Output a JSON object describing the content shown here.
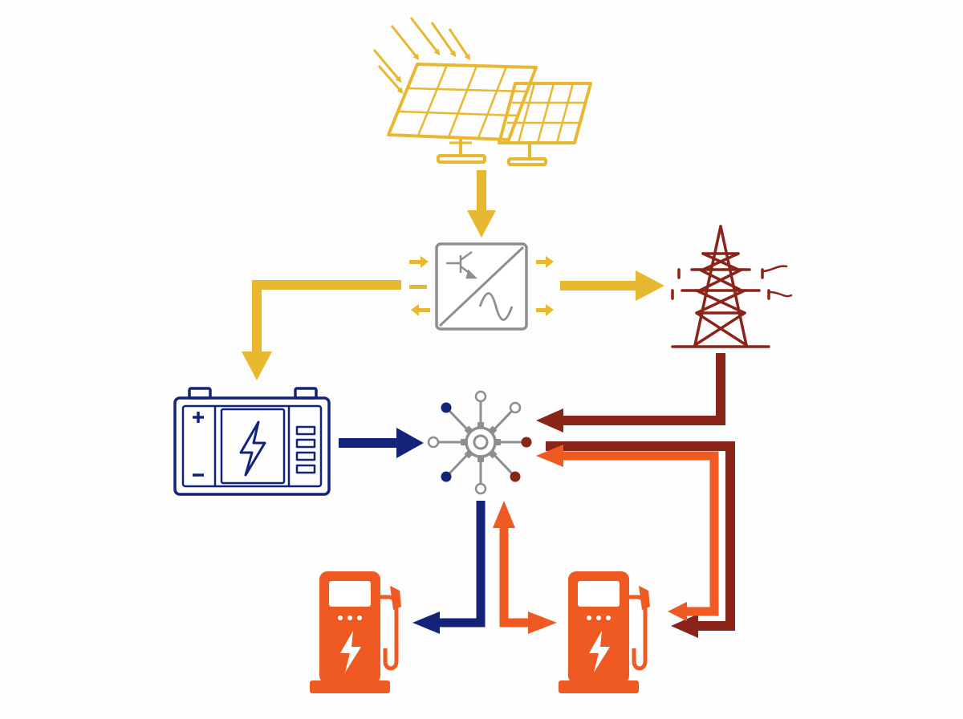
{
  "colors": {
    "solar": "#E8B830",
    "converter": "#8E8E8E",
    "tower": "#8B2418",
    "battery": "#14237A",
    "hub_gray": "#8E8E8E",
    "charger": "#EE5A22",
    "flow_solar": "#E8B830",
    "flow_battery": "#14237A",
    "flow_grid": "#8B2418",
    "flow_charger": "#EE5A22"
  },
  "icons": {
    "solar": "solar-panels-icon",
    "sun_rays": "sun-rays-icon",
    "converter": "power-converter-icon",
    "tower": "transmission-tower-icon",
    "battery": "battery-storage-icon",
    "hub": "energy-management-hub-icon",
    "charger_left": "ev-charger-icon",
    "charger_right": "ev-charger-icon"
  },
  "flows": [
    {
      "from": "solar-panels",
      "to": "power-converter",
      "color": "solar"
    },
    {
      "from": "power-converter",
      "to": "battery-storage",
      "color": "solar"
    },
    {
      "from": "power-converter",
      "to": "transmission-tower",
      "color": "solar"
    },
    {
      "from": "battery-storage",
      "to": "energy-hub",
      "color": "battery"
    },
    {
      "from": "transmission-tower",
      "to": "energy-hub",
      "color": "grid"
    },
    {
      "from": "transmission-tower",
      "to": "ev-charger-right",
      "color": "grid"
    },
    {
      "from": "ev-charger-right",
      "to": "energy-hub",
      "color": "charger"
    },
    {
      "from": "energy-hub",
      "to": "ev-charger-left",
      "color": "battery"
    },
    {
      "from": "energy-hub",
      "to": "ev-charger-right",
      "color": "charger"
    }
  ]
}
